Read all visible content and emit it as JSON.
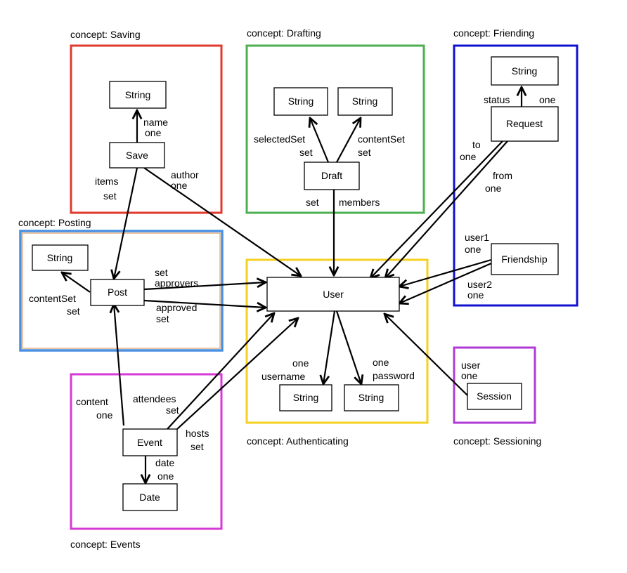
{
  "concepts": {
    "saving": {
      "title": "concept: Saving",
      "color": "#e03a2e"
    },
    "drafting": {
      "title": "concept: Drafting",
      "color": "#4caf50"
    },
    "friending": {
      "title": "concept: Friending",
      "color": "#1010d0"
    },
    "posting": {
      "title": "concept: Posting",
      "color": "#4a90e2",
      "inner_color": "#d98c4a"
    },
    "authenticating": {
      "title": "concept: Authenticating",
      "color": "#f5d020"
    },
    "sessioning": {
      "title": "concept: Sessioning",
      "color": "#b03ad6"
    },
    "events": {
      "title": "concept: Events",
      "color": "#d63ad6"
    }
  },
  "nodes": {
    "saving_string": "String",
    "save": "Save",
    "drafting_string_left": "String",
    "drafting_string_right": "String",
    "draft": "Draft",
    "friending_string": "String",
    "request": "Request",
    "friendship": "Friendship",
    "posting_string": "String",
    "post": "Post",
    "user": "User",
    "username_string": "String",
    "password_string": "String",
    "session": "Session",
    "event": "Event",
    "date": "Date"
  },
  "labels": {
    "save_name": "name",
    "save_name_one": "one",
    "save_items": "items",
    "save_items_set": "set",
    "save_author": "author",
    "save_author_one": "one",
    "draft_selectedset": "selectedSet",
    "draft_selectedset_set": "set",
    "draft_contentset": "contentSet",
    "draft_contentset_set": "set",
    "draft_members_set": "set",
    "draft_members": "members",
    "request_status": "status",
    "request_status_one": "one",
    "request_to": "to",
    "request_to_one": "one",
    "request_from": "from",
    "request_from_one": "one",
    "friendship_user1": "user1",
    "friendship_user1_one": "one",
    "friendship_user2": "user2",
    "friendship_user2_one": "one",
    "post_contentset": "contentSet",
    "post_contentset_set": "set",
    "post_approvers_set": "set",
    "post_approvers": "approvers",
    "post_approved": "approved",
    "post_approved_set": "set",
    "user_username_one": "one",
    "user_username": "username",
    "user_password_one": "one",
    "user_password": "password",
    "session_user": "user",
    "session_user_one": "one",
    "event_content": "content",
    "event_content_one": "one",
    "event_attendees": "attendees",
    "event_attendees_set": "set",
    "event_hosts": "hosts",
    "event_hosts_set": "set",
    "event_date": "date",
    "event_date_one": "one"
  }
}
